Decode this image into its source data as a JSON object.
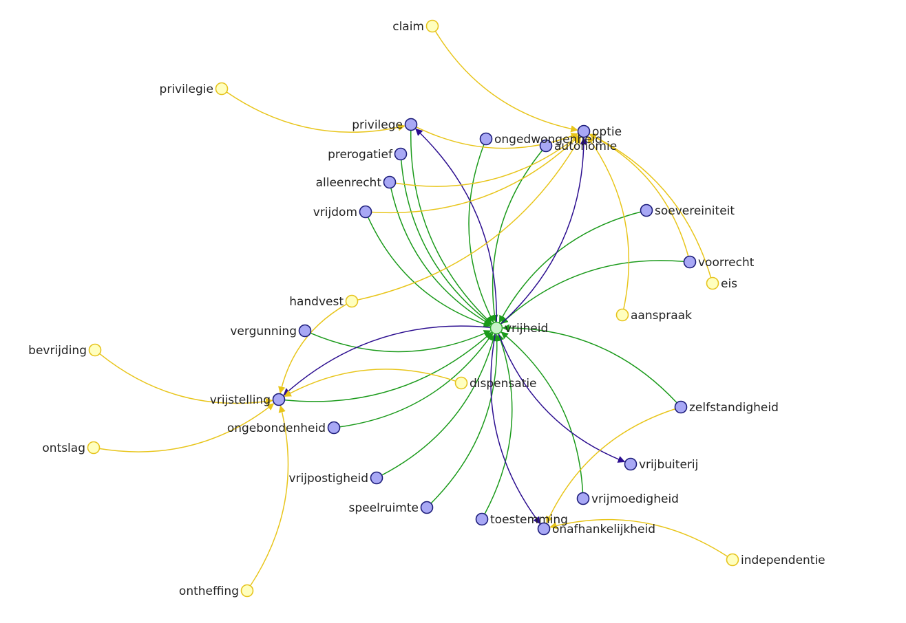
{
  "colors": {
    "edge_green": "#1a9a1a",
    "edge_purple": "#2b0d8f",
    "edge_yellow": "#e8c51a",
    "node_purple_fill": "#a8a8f5",
    "node_purple_stroke": "#1c1c7a",
    "node_yellow_fill": "#ffffbf",
    "node_yellow_stroke": "#e6c41e",
    "node_center_fill": "#c8f3c8",
    "node_center_stroke": "#2fa82f"
  },
  "nodes": [
    {
      "id": "vrijheid",
      "label": "vrijheid",
      "kind": "center"
    },
    {
      "id": "claim",
      "label": "claim",
      "kind": "yellow"
    },
    {
      "id": "privilegie",
      "label": "privilegie",
      "kind": "yellow"
    },
    {
      "id": "privilege",
      "label": "privilege",
      "kind": "purple"
    },
    {
      "id": "optie",
      "label": "optie",
      "kind": "purple"
    },
    {
      "id": "ongedwongenheid",
      "label": "ongedwongenheid",
      "kind": "purple"
    },
    {
      "id": "autonomie",
      "label": "autonomie",
      "kind": "purple"
    },
    {
      "id": "prerogatief",
      "label": "prerogatief",
      "kind": "purple"
    },
    {
      "id": "alleenrecht",
      "label": "alleenrecht",
      "kind": "purple"
    },
    {
      "id": "vrijdom",
      "label": "vrijdom",
      "kind": "purple"
    },
    {
      "id": "soevereiniteit",
      "label": "soevereiniteit",
      "kind": "purple"
    },
    {
      "id": "voorrecht",
      "label": "voorrecht",
      "kind": "purple"
    },
    {
      "id": "eis",
      "label": "eis",
      "kind": "yellow"
    },
    {
      "id": "handvest",
      "label": "handvest",
      "kind": "yellow"
    },
    {
      "id": "aanspraak",
      "label": "aanspraak",
      "kind": "yellow"
    },
    {
      "id": "vergunning",
      "label": "vergunning",
      "kind": "purple"
    },
    {
      "id": "bevrijding",
      "label": "bevrijding",
      "kind": "yellow"
    },
    {
      "id": "dispensatie",
      "label": "dispensatie",
      "kind": "yellow"
    },
    {
      "id": "vrijstelling",
      "label": "vrijstelling",
      "kind": "purple"
    },
    {
      "id": "zelfstandigheid",
      "label": "zelfstandigheid",
      "kind": "purple"
    },
    {
      "id": "ongebondenheid",
      "label": "ongebondenheid",
      "kind": "purple"
    },
    {
      "id": "ontslag",
      "label": "ontslag",
      "kind": "yellow"
    },
    {
      "id": "vrijbuiterij",
      "label": "vrijbuiterij",
      "kind": "purple"
    },
    {
      "id": "vrijpostigheid",
      "label": "vrijpostigheid",
      "kind": "purple"
    },
    {
      "id": "vrijmoedigheid",
      "label": "vrijmoedigheid",
      "kind": "purple"
    },
    {
      "id": "speelruimte",
      "label": "speelruimte",
      "kind": "purple"
    },
    {
      "id": "toestemming",
      "label": "toestemming",
      "kind": "purple"
    },
    {
      "id": "onafhankelijkheid",
      "label": "onafhankelijkheid",
      "kind": "purple"
    },
    {
      "id": "independentie",
      "label": "independentie",
      "kind": "yellow"
    },
    {
      "id": "ontheffing",
      "label": "ontheffing",
      "kind": "yellow"
    }
  ],
  "edges": [
    {
      "from": "privilege",
      "to": "vrijheid",
      "color": "green"
    },
    {
      "from": "ongedwongenheid",
      "to": "vrijheid",
      "color": "green"
    },
    {
      "from": "autonomie",
      "to": "vrijheid",
      "color": "green"
    },
    {
      "from": "prerogatief",
      "to": "vrijheid",
      "color": "green"
    },
    {
      "from": "alleenrecht",
      "to": "vrijheid",
      "color": "green"
    },
    {
      "from": "vrijdom",
      "to": "vrijheid",
      "color": "green"
    },
    {
      "from": "soevereiniteit",
      "to": "vrijheid",
      "color": "green"
    },
    {
      "from": "voorrecht",
      "to": "vrijheid",
      "color": "green"
    },
    {
      "from": "vergunning",
      "to": "vrijheid",
      "color": "green"
    },
    {
      "from": "zelfstandigheid",
      "to": "vrijheid",
      "color": "green"
    },
    {
      "from": "ongebondenheid",
      "to": "vrijheid",
      "color": "green"
    },
    {
      "from": "vrijpostigheid",
      "to": "vrijheid",
      "color": "green"
    },
    {
      "from": "vrijmoedigheid",
      "to": "vrijheid",
      "color": "green"
    },
    {
      "from": "speelruimte",
      "to": "vrijheid",
      "color": "green"
    },
    {
      "from": "toestemming",
      "to": "vrijheid",
      "color": "green"
    },
    {
      "from": "vrijstelling",
      "to": "vrijheid",
      "color": "green"
    },
    {
      "from": "vrijheid",
      "to": "privilege",
      "color": "purple"
    },
    {
      "from": "vrijheid",
      "to": "optie",
      "color": "purple"
    },
    {
      "from": "vrijheid",
      "to": "vrijstelling",
      "color": "purple"
    },
    {
      "from": "vrijheid",
      "to": "vrijbuiterij",
      "color": "purple"
    },
    {
      "from": "vrijheid",
      "to": "onafhankelijkheid",
      "color": "purple"
    },
    {
      "from": "claim",
      "to": "optie",
      "color": "yellow"
    },
    {
      "from": "privilegie",
      "to": "privilege",
      "color": "yellow"
    },
    {
      "from": "privilege",
      "to": "optie",
      "color": "yellow"
    },
    {
      "from": "alleenrecht",
      "to": "optie",
      "color": "yellow"
    },
    {
      "from": "vrijdom",
      "to": "optie",
      "color": "yellow"
    },
    {
      "from": "handvest",
      "to": "optie",
      "color": "yellow"
    },
    {
      "from": "voorrecht",
      "to": "optie",
      "color": "yellow"
    },
    {
      "from": "eis",
      "to": "optie",
      "color": "yellow"
    },
    {
      "from": "aanspraak",
      "to": "optie",
      "color": "yellow"
    },
    {
      "from": "bevrijding",
      "to": "vrijstelling",
      "color": "yellow"
    },
    {
      "from": "dispensatie",
      "to": "vrijstelling",
      "color": "yellow"
    },
    {
      "from": "handvest",
      "to": "vrijstelling",
      "color": "yellow"
    },
    {
      "from": "ontslag",
      "to": "vrijstelling",
      "color": "yellow"
    },
    {
      "from": "ontheffing",
      "to": "vrijstelling",
      "color": "yellow"
    },
    {
      "from": "zelfstandigheid",
      "to": "onafhankelijkheid",
      "color": "yellow"
    },
    {
      "from": "independentie",
      "to": "onafhankelijkheid",
      "color": "yellow"
    }
  ]
}
